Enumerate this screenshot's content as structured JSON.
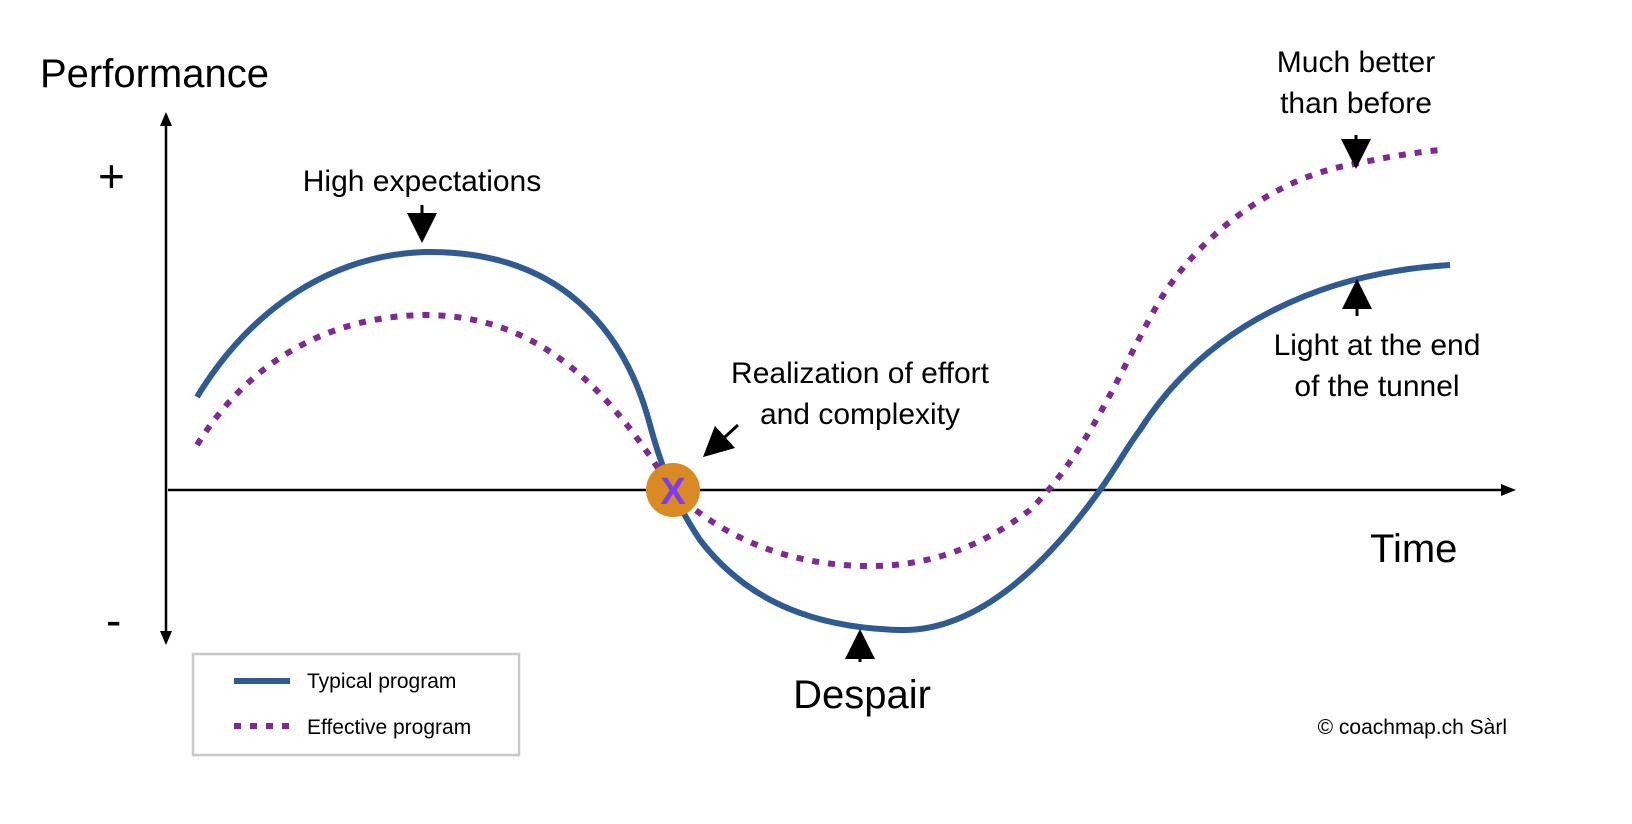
{
  "axes": {
    "y_label": "Performance",
    "x_label": "Time",
    "plus": "+",
    "minus": "-"
  },
  "annotations": {
    "high_expectations": "High expectations",
    "realization_line1": "Realization of effort",
    "realization_line2": "and complexity",
    "despair": "Despair",
    "much_better_line1": "Much better",
    "much_better_line2": "than before",
    "light_line1": "Light at the end",
    "light_line2": "of the tunnel",
    "marker": "X"
  },
  "legend": {
    "items": [
      {
        "label": "Typical program",
        "color": "#305a92",
        "style": "solid"
      },
      {
        "label": "Effective program",
        "color": "#7e2a92",
        "style": "dotted"
      }
    ]
  },
  "copyright": "© coachmap.ch Sàrl",
  "colors": {
    "typical": "#305a92",
    "effective": "#7e2a92",
    "marker": "#d98a25",
    "marker_text": "#7a3df0"
  }
}
